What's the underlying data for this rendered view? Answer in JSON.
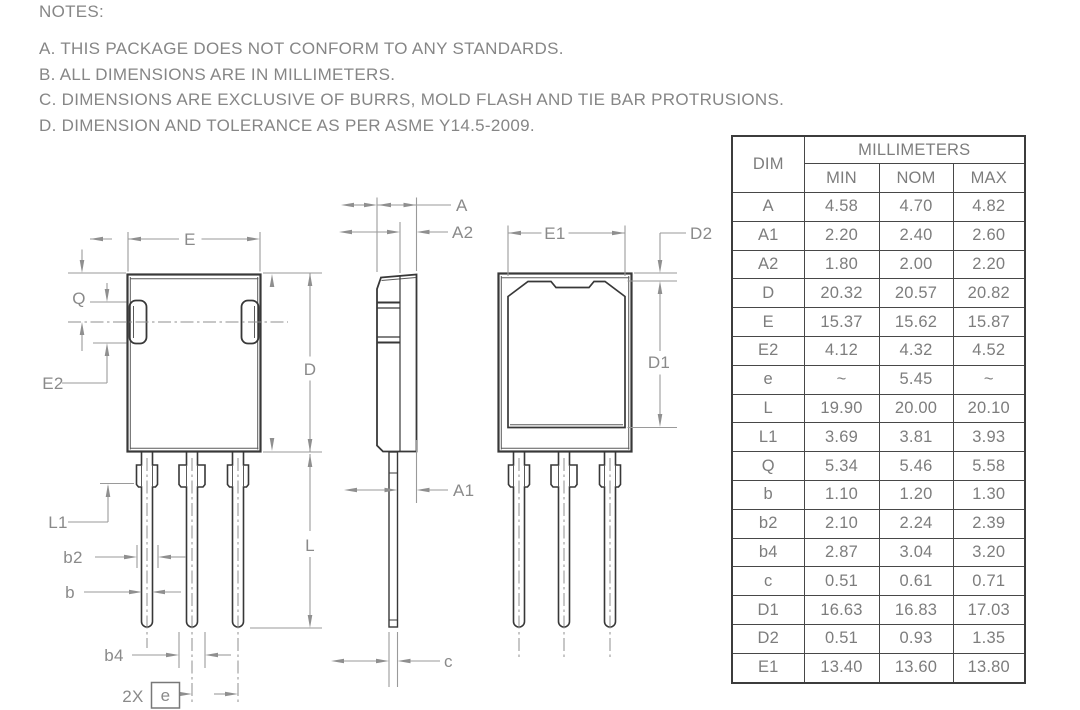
{
  "notes": {
    "title": "NOTES:",
    "items": [
      "A. THIS PACKAGE DOES NOT CONFORM TO ANY STANDARDS.",
      "B. ALL DIMENSIONS ARE IN MILLIMETERS.",
      "C. DIMENSIONS ARE EXCLUSIVE OF BURRS, MOLD FLASH AND TIE BAR PROTRUSIONS.",
      "D. DIMENSION AND TOLERANCE AS PER ASME Y14.5-2009."
    ]
  },
  "drawing": {
    "labels": {
      "E": "E",
      "Q": "Q",
      "E2": "E2",
      "D": "D",
      "L": "L",
      "L1": "L1",
      "b2": "b2",
      "b": "b",
      "b4": "b4",
      "pitch_qty": "2X",
      "e": "e",
      "A": "A",
      "A2": "A2",
      "A1": "A1",
      "c": "c",
      "E1": "E1",
      "D2": "D2",
      "D1": "D1"
    }
  },
  "table": {
    "dim_header": "DIM",
    "unit_header": "MILLIMETERS",
    "col_headers": [
      "MIN",
      "NOM",
      "MAX"
    ],
    "rows": [
      {
        "dim": "A",
        "min": "4.58",
        "nom": "4.70",
        "max": "4.82"
      },
      {
        "dim": "A1",
        "min": "2.20",
        "nom": "2.40",
        "max": "2.60"
      },
      {
        "dim": "A2",
        "min": "1.80",
        "nom": "2.00",
        "max": "2.20"
      },
      {
        "dim": "D",
        "min": "20.32",
        "nom": "20.57",
        "max": "20.82"
      },
      {
        "dim": "E",
        "min": "15.37",
        "nom": "15.62",
        "max": "15.87"
      },
      {
        "dim": "E2",
        "min": "4.12",
        "nom": "4.32",
        "max": "4.52"
      },
      {
        "dim": "e",
        "min": "~",
        "nom": "5.45",
        "max": "~"
      },
      {
        "dim": "L",
        "min": "19.90",
        "nom": "20.00",
        "max": "20.10"
      },
      {
        "dim": "L1",
        "min": "3.69",
        "nom": "3.81",
        "max": "3.93"
      },
      {
        "dim": "Q",
        "min": "5.34",
        "nom": "5.46",
        "max": "5.58"
      },
      {
        "dim": "b",
        "min": "1.10",
        "nom": "1.20",
        "max": "1.30"
      },
      {
        "dim": "b2",
        "min": "2.10",
        "nom": "2.24",
        "max": "2.39"
      },
      {
        "dim": "b4",
        "min": "2.87",
        "nom": "3.04",
        "max": "3.20"
      },
      {
        "dim": "c",
        "min": "0.51",
        "nom": "0.61",
        "max": "0.71"
      },
      {
        "dim": "D1",
        "min": "16.63",
        "nom": "16.83",
        "max": "17.03"
      },
      {
        "dim": "D2",
        "min": "0.51",
        "nom": "0.93",
        "max": "1.35"
      },
      {
        "dim": "E1",
        "min": "13.40",
        "nom": "13.60",
        "max": "13.80"
      }
    ]
  }
}
